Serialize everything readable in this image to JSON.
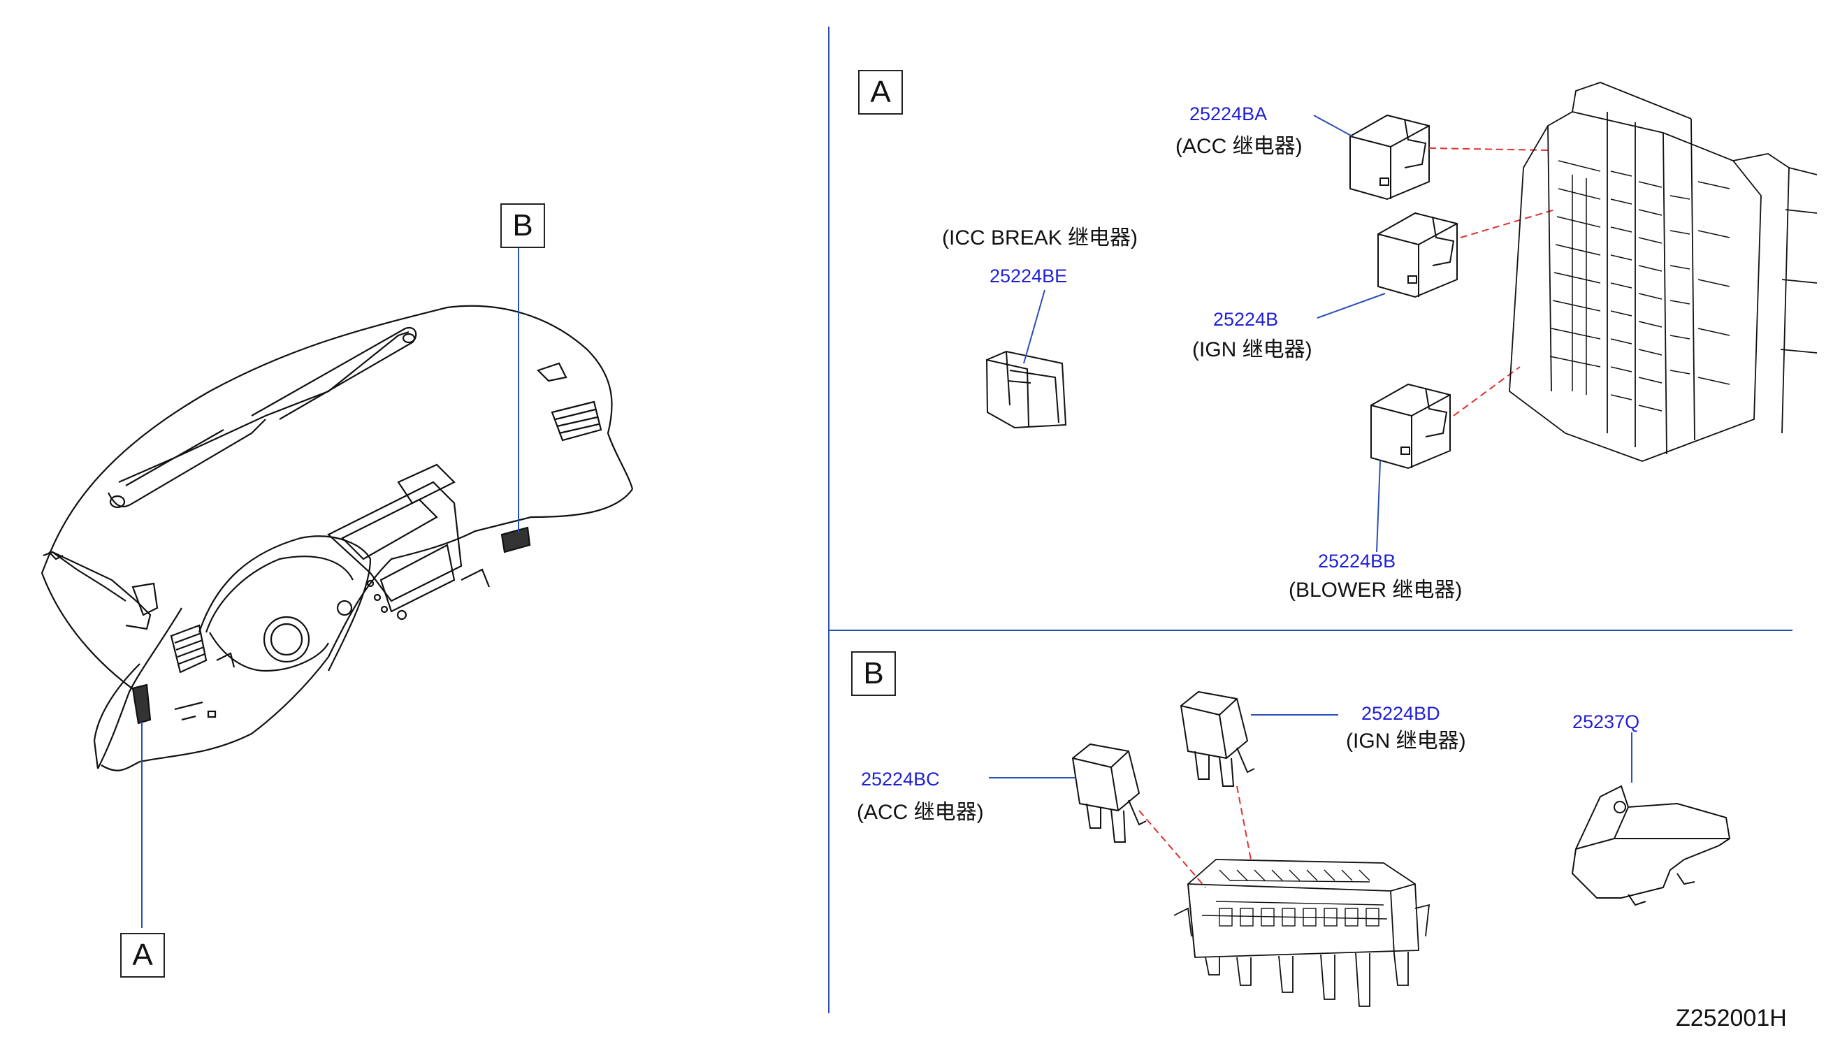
{
  "callouts": {
    "left_A": "A",
    "left_B": "B",
    "panel_A": "A",
    "panel_B": "B"
  },
  "panel_a": {
    "icc_break": {
      "desc": "(ICC BREAK 继电器)",
      "part": "25224BE"
    },
    "acc": {
      "part": "25224BA",
      "desc": "(ACC 继电器)"
    },
    "ign": {
      "part": "25224B",
      "desc": "(IGN 继电器)"
    },
    "blower": {
      "part": "25224BB",
      "desc": "(BLOWER 继电器)"
    }
  },
  "panel_b": {
    "ign": {
      "part": "25224BD",
      "desc": "(IGN 继电器)"
    },
    "acc": {
      "part": "25224BC",
      "desc": "(ACC 继电器)"
    },
    "bracket": {
      "part": "25237Q"
    }
  },
  "diagram_code": "Z252001H",
  "colors": {
    "leader": "#2b4fb8",
    "dash": "#e03030",
    "part_number": "#1f1fd6",
    "line": "#111111"
  }
}
